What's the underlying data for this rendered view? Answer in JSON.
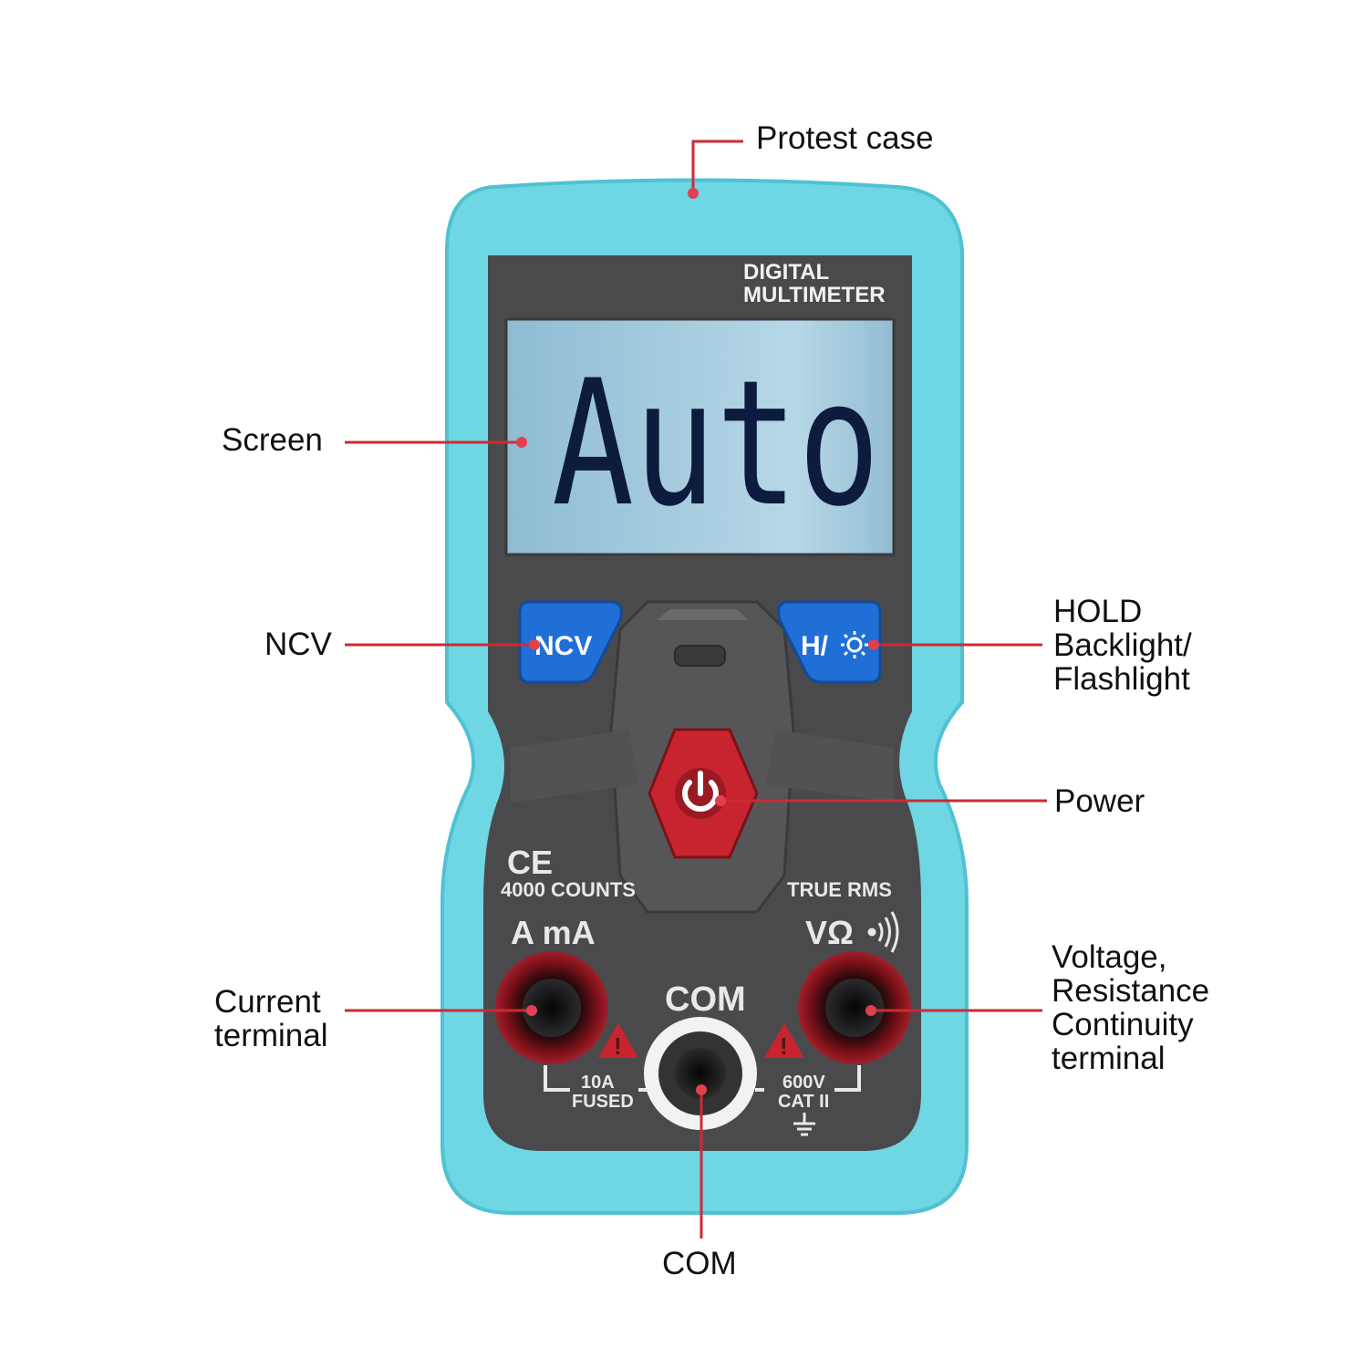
{
  "device": {
    "brand_line1": "DIGITAL",
    "brand_line2": "MULTIMETER",
    "screen_text": "Auto",
    "ncv_button_label": "NCV",
    "hold_button_label": "H/",
    "counts_label": "4000 COUNTS",
    "true_rms_label": "TRUE RMS",
    "current_jack_label": "A mA",
    "voltage_jack_label": "VΩ",
    "com_jack_label": "COM",
    "fuse_line1": "10A",
    "fuse_line2": "FUSED",
    "rating_line1": "600V",
    "rating_line2": "CAT II",
    "ce_mark": "CE"
  },
  "callouts": {
    "protest_case": "Protest case",
    "screen": "Screen",
    "ncv": "NCV",
    "hold_line1": "HOLD",
    "hold_line2": "Backlight/",
    "hold_line3": "Flashlight",
    "power": "Power",
    "current_line1": "Current",
    "current_line2": "terminal",
    "voltage_line1": "Voltage,",
    "voltage_line2": "Resistance",
    "voltage_line3": "Continuity",
    "voltage_line4": "terminal",
    "com": "COM"
  },
  "colors": {
    "case": "#6fd6e3",
    "panel": "#4a4a4c",
    "lcd": "#9fc8dc",
    "lcd_digits": "#0d1b3d",
    "button_blue": "#1f6fd6",
    "power_red": "#c8242f",
    "leader_red": "#cc2a36"
  }
}
